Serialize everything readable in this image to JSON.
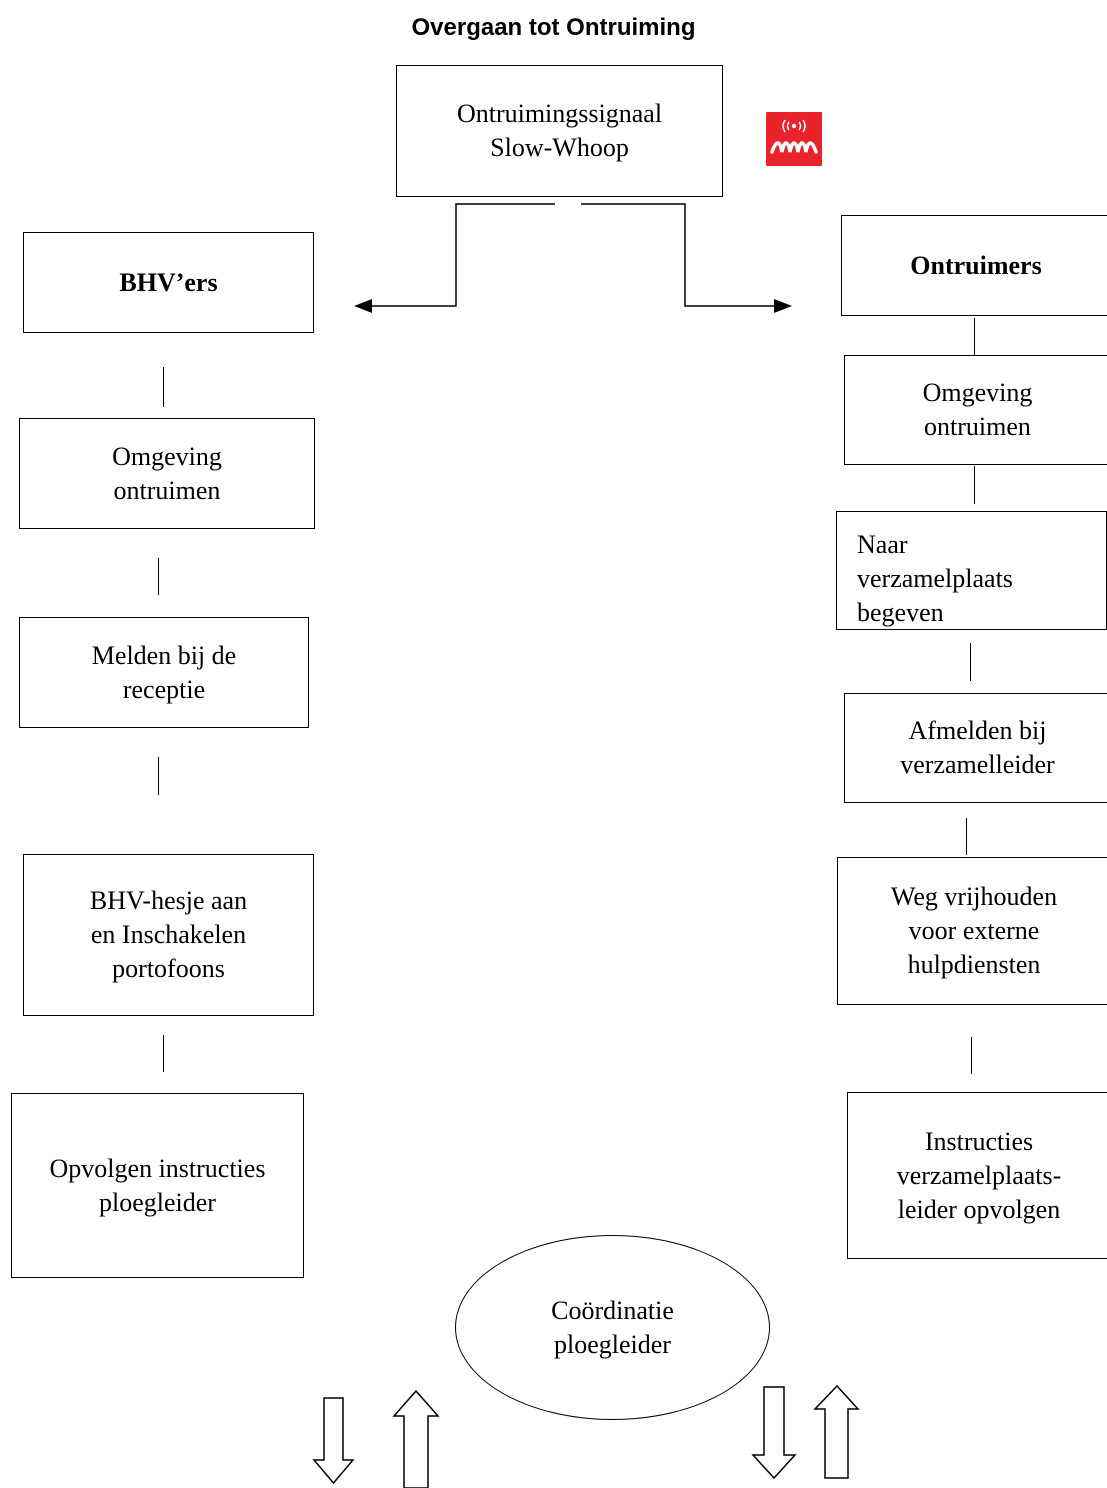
{
  "title": "Overgaan tot Ontruiming",
  "top_box": "Ontruimingssignaal\nSlow-Whoop",
  "signal_icon": "evacuation-alarm-icon",
  "left_column": {
    "header": "BHV’ers",
    "steps": [
      "Omgeving\nontruimen",
      "Melden bij de\nreceptie",
      "  BHV-hesje aan\nen Inschakelen\nportofoons",
      "Opvolgen instructies\nploegleider"
    ]
  },
  "right_column": {
    "header": "Ontruimers",
    "steps": [
      "Omgeving\nontruimen",
      "Naar\nverzamelplaats\nbegeven",
      "Afmelden bij\nverzamelleider",
      "Weg vrijhouden\nvoor externe\nhulpdiensten",
      "Instructies\nverzamelplaats-\nleider opvolgen"
    ]
  },
  "coordination": "Coördinatie\nploegleider",
  "colors": {
    "line": "#000000",
    "icon_red": "#e8232a"
  }
}
